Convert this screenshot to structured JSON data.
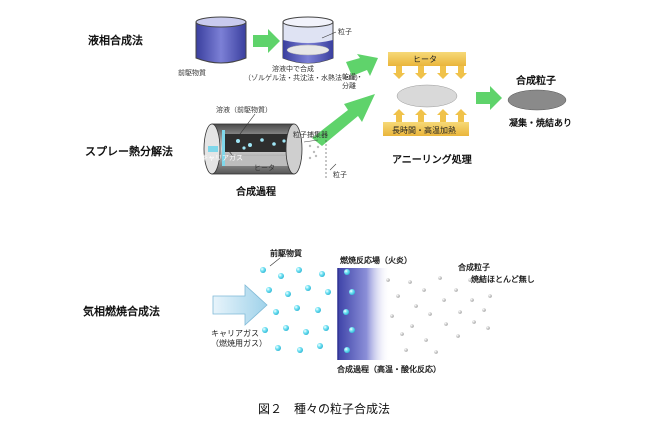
{
  "methods": {
    "liquid": "液相合成法",
    "spray": "スプレー熱分解法",
    "vapor": "気相燃焼合成法"
  },
  "liquid": {
    "precursor": "前駆物質",
    "process_line1": "溶液中で合成",
    "process_line2": "（ゾルゲル法・共沈法・水熱法 etc）",
    "particle": "粒子",
    "dry_line1": "乾燥・",
    "dry_line2": "分離"
  },
  "anneal": {
    "heater_top": "ヒータ",
    "heater_bottom": "長時間・高温加熱",
    "title": "アニーリング処理",
    "result_title": "合成粒子",
    "result_note": "凝集・焼結あり"
  },
  "spray": {
    "solution": "溶液（前駆物質）",
    "carrier": "キャリアガス",
    "heater": "ヒータ",
    "collector": "粒子捕集器",
    "particle": "粒子",
    "process": "合成過程"
  },
  "vapor": {
    "precursor": "前駆物質",
    "flame": "燃焼反応場（火炎）",
    "result_title": "合成粒子",
    "result_note": "焼結ほとんど無し",
    "carrier_line1": "キャリアガス",
    "carrier_line2": "（燃焼用ガス）",
    "process": "合成過程（高温・酸化反応）"
  },
  "caption": "図２　種々の粒子合成法",
  "colors": {
    "arrow_green": "#5fd36b",
    "liquid_blue": "#4a4fb0",
    "heater_yellow": "#f2c84a",
    "flame_blue": "#6a6fc8",
    "particle_cyan": "#5ad8ee"
  }
}
